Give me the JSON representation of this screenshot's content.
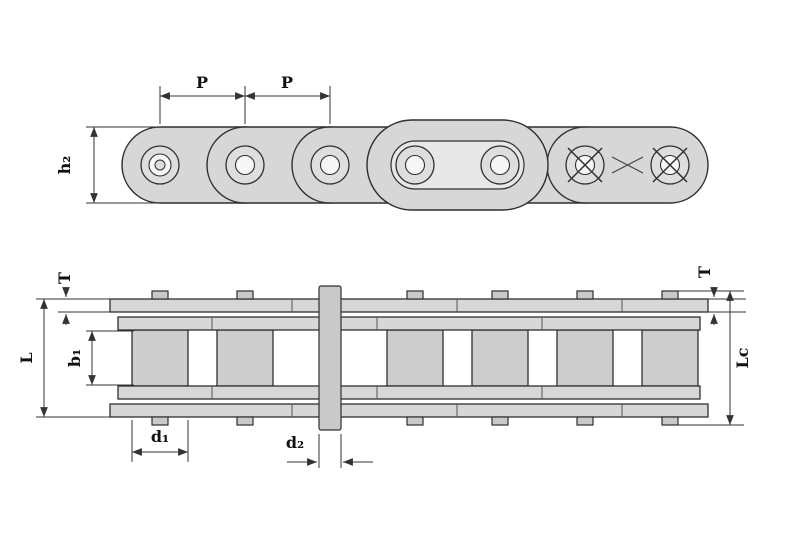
{
  "labels": {
    "p1": "P",
    "p2": "P",
    "h2": "h₂",
    "t_left": "T",
    "t_right": "T",
    "l": "L",
    "b1": "b₁",
    "lc": "Lc",
    "d1": "d₁",
    "d2": "d₂"
  },
  "colors": {
    "outline": "#2f2f2f",
    "dimension_line": "#333333",
    "plate_fill": "#d7d7d7",
    "roller_fill": "#dedede",
    "background": "#ffffff"
  }
}
